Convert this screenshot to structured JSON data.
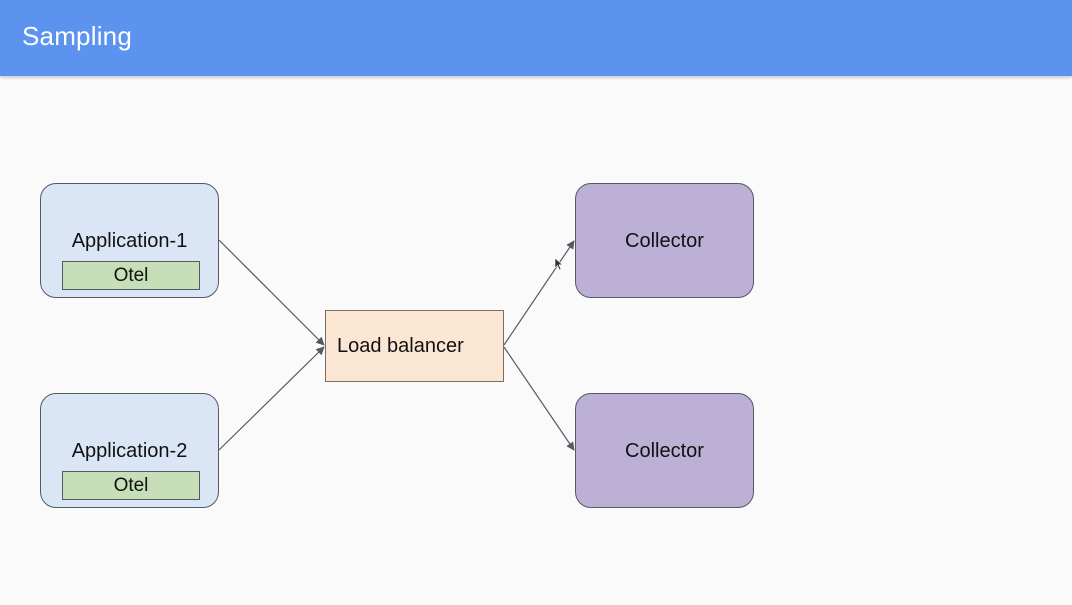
{
  "header": {
    "title": "Sampling"
  },
  "diagram": {
    "applications": [
      {
        "label": "Application-1",
        "agent": "Otel"
      },
      {
        "label": "Application-2",
        "agent": "Otel"
      }
    ],
    "load_balancer": {
      "label": "Load balancer"
    },
    "collectors": [
      {
        "label": "Collector"
      },
      {
        "label": "Collector"
      }
    ],
    "colors": {
      "header": "#5b93ef",
      "application": "#dae6f5",
      "agent": "#c7dfb8",
      "load_balancer": "#fbe6d3",
      "collector": "#bcb0d7"
    }
  }
}
